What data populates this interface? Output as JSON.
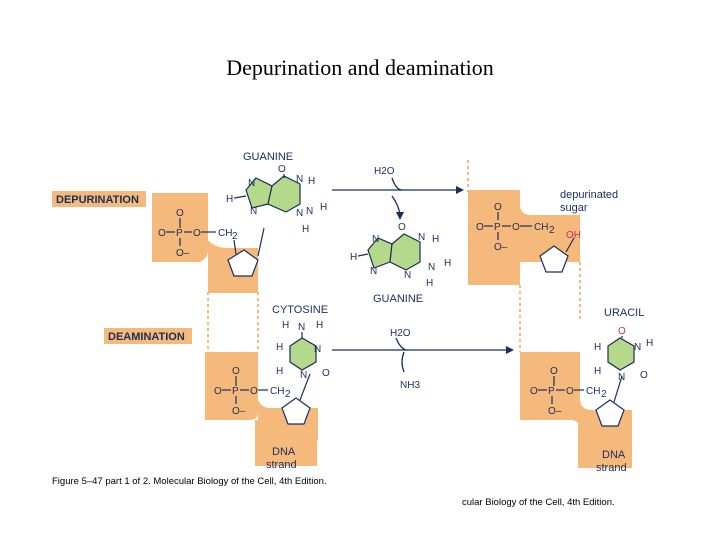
{
  "title": "Depurination and deamination",
  "labels": {
    "guanine_top": "GUANINE",
    "guanine_mid": "GUANINE",
    "cytosine": "CYTOSINE",
    "uracil": "URACIL",
    "depurination": "DEPURINATION",
    "deamination": "DEAMINATION",
    "depurinated_line1": "depurinated",
    "depurinated_line2": "sugar",
    "dna_strand_left_1": "DNA",
    "dna_strand_left_2": "strand",
    "dna_strand_right_1": "DNA",
    "dna_strand_right_2": "strand",
    "water_top": "H2O",
    "water_bottom": "H2O",
    "ammonia": "NH3",
    "oh": "OH"
  },
  "caption_left": "Figure 5–47 part 1 of 2. Molecular Biology of the Cell, 4th Edition.",
  "caption_right": "cular Biology of the Cell, 4th Edition.",
  "colors": {
    "backbone": "#f6b97c",
    "base_ring": "#b5d98a",
    "label_box": "#f6b97c",
    "ink": "#1a2f5a",
    "oxygen_accent": "#c0306a"
  }
}
